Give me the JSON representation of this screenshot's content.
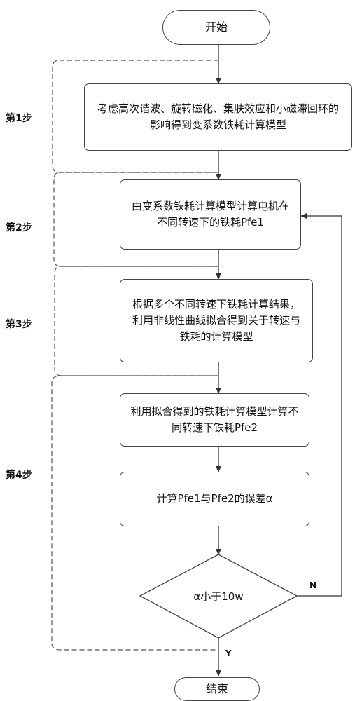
{
  "start": "开始",
  "end": "结束",
  "steps": {
    "s1": "第1步",
    "s2": "第2步",
    "s3": "第3步",
    "s4": "第4步"
  },
  "process": {
    "p1": "考虑高次谐波、旋转磁化、集肤效应和小磁滞回环的影响得到变系数铁耗计算模型",
    "p2": "由变系数铁耗计算模型计算电机在不同转速下的铁耗Pfe1",
    "p3": "根据多个不同转速下铁耗计算结果，利用非线性曲线拟合得到关于转速与铁耗的计算模型",
    "p4": "利用拟合得到的铁耗计算模型计算不同转速下铁耗Pfe2",
    "p5": "计算Pfe1与Pfe2的误差α"
  },
  "decision": "α小于10w",
  "labels": {
    "no": "N",
    "yes": "Y"
  }
}
